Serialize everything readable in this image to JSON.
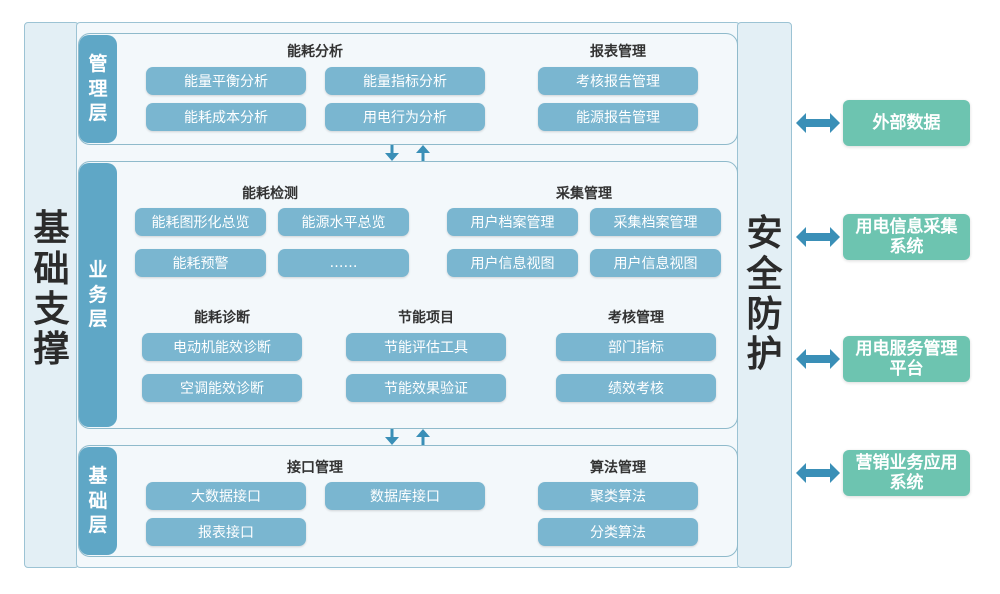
{
  "left_title": [
    "基",
    "础",
    "支",
    "撑"
  ],
  "right_title": [
    "安",
    "全",
    "防",
    "护"
  ],
  "management": {
    "label": [
      "管",
      "理",
      "层"
    ],
    "groups": [
      {
        "title": "能耗分析",
        "items": [
          "能量平衡分析",
          "能量指标分析",
          "能耗成本分析",
          "用电行为分析"
        ]
      },
      {
        "title": "报表管理",
        "items": [
          "考核报告管理",
          "能源报告管理"
        ]
      }
    ]
  },
  "business": {
    "label": [
      "业",
      "务",
      "层"
    ],
    "groups": [
      {
        "title": "能耗检测",
        "items": [
          "能耗图形化总览",
          "能源水平总览",
          "能耗预警",
          "……"
        ]
      },
      {
        "title": "采集管理",
        "items": [
          "用户档案管理",
          "采集档案管理",
          "用户信息视图",
          "用户信息视图"
        ]
      },
      {
        "title": "能耗诊断",
        "items": [
          "电动机能效诊断",
          "空调能效诊断"
        ]
      },
      {
        "title": "节能项目",
        "items": [
          "节能评估工具",
          "节能效果验证"
        ]
      },
      {
        "title": "考核管理",
        "items": [
          "部门指标",
          "绩效考核"
        ]
      }
    ]
  },
  "foundation": {
    "label": [
      "基",
      "础",
      "层"
    ],
    "groups": [
      {
        "title": "接口管理",
        "items": [
          "大数据接口",
          "数据库接口",
          "报表接口"
        ]
      },
      {
        "title": "算法管理",
        "items": [
          "聚类算法",
          "分类算法"
        ]
      }
    ]
  },
  "external": [
    {
      "lines": [
        "外部数据"
      ]
    },
    {
      "lines": [
        "用电信息采集",
        "系统"
      ]
    },
    {
      "lines": [
        "用电服务管理",
        "平台"
      ]
    },
    {
      "lines": [
        "营销业务应用",
        "系统"
      ]
    }
  ]
}
